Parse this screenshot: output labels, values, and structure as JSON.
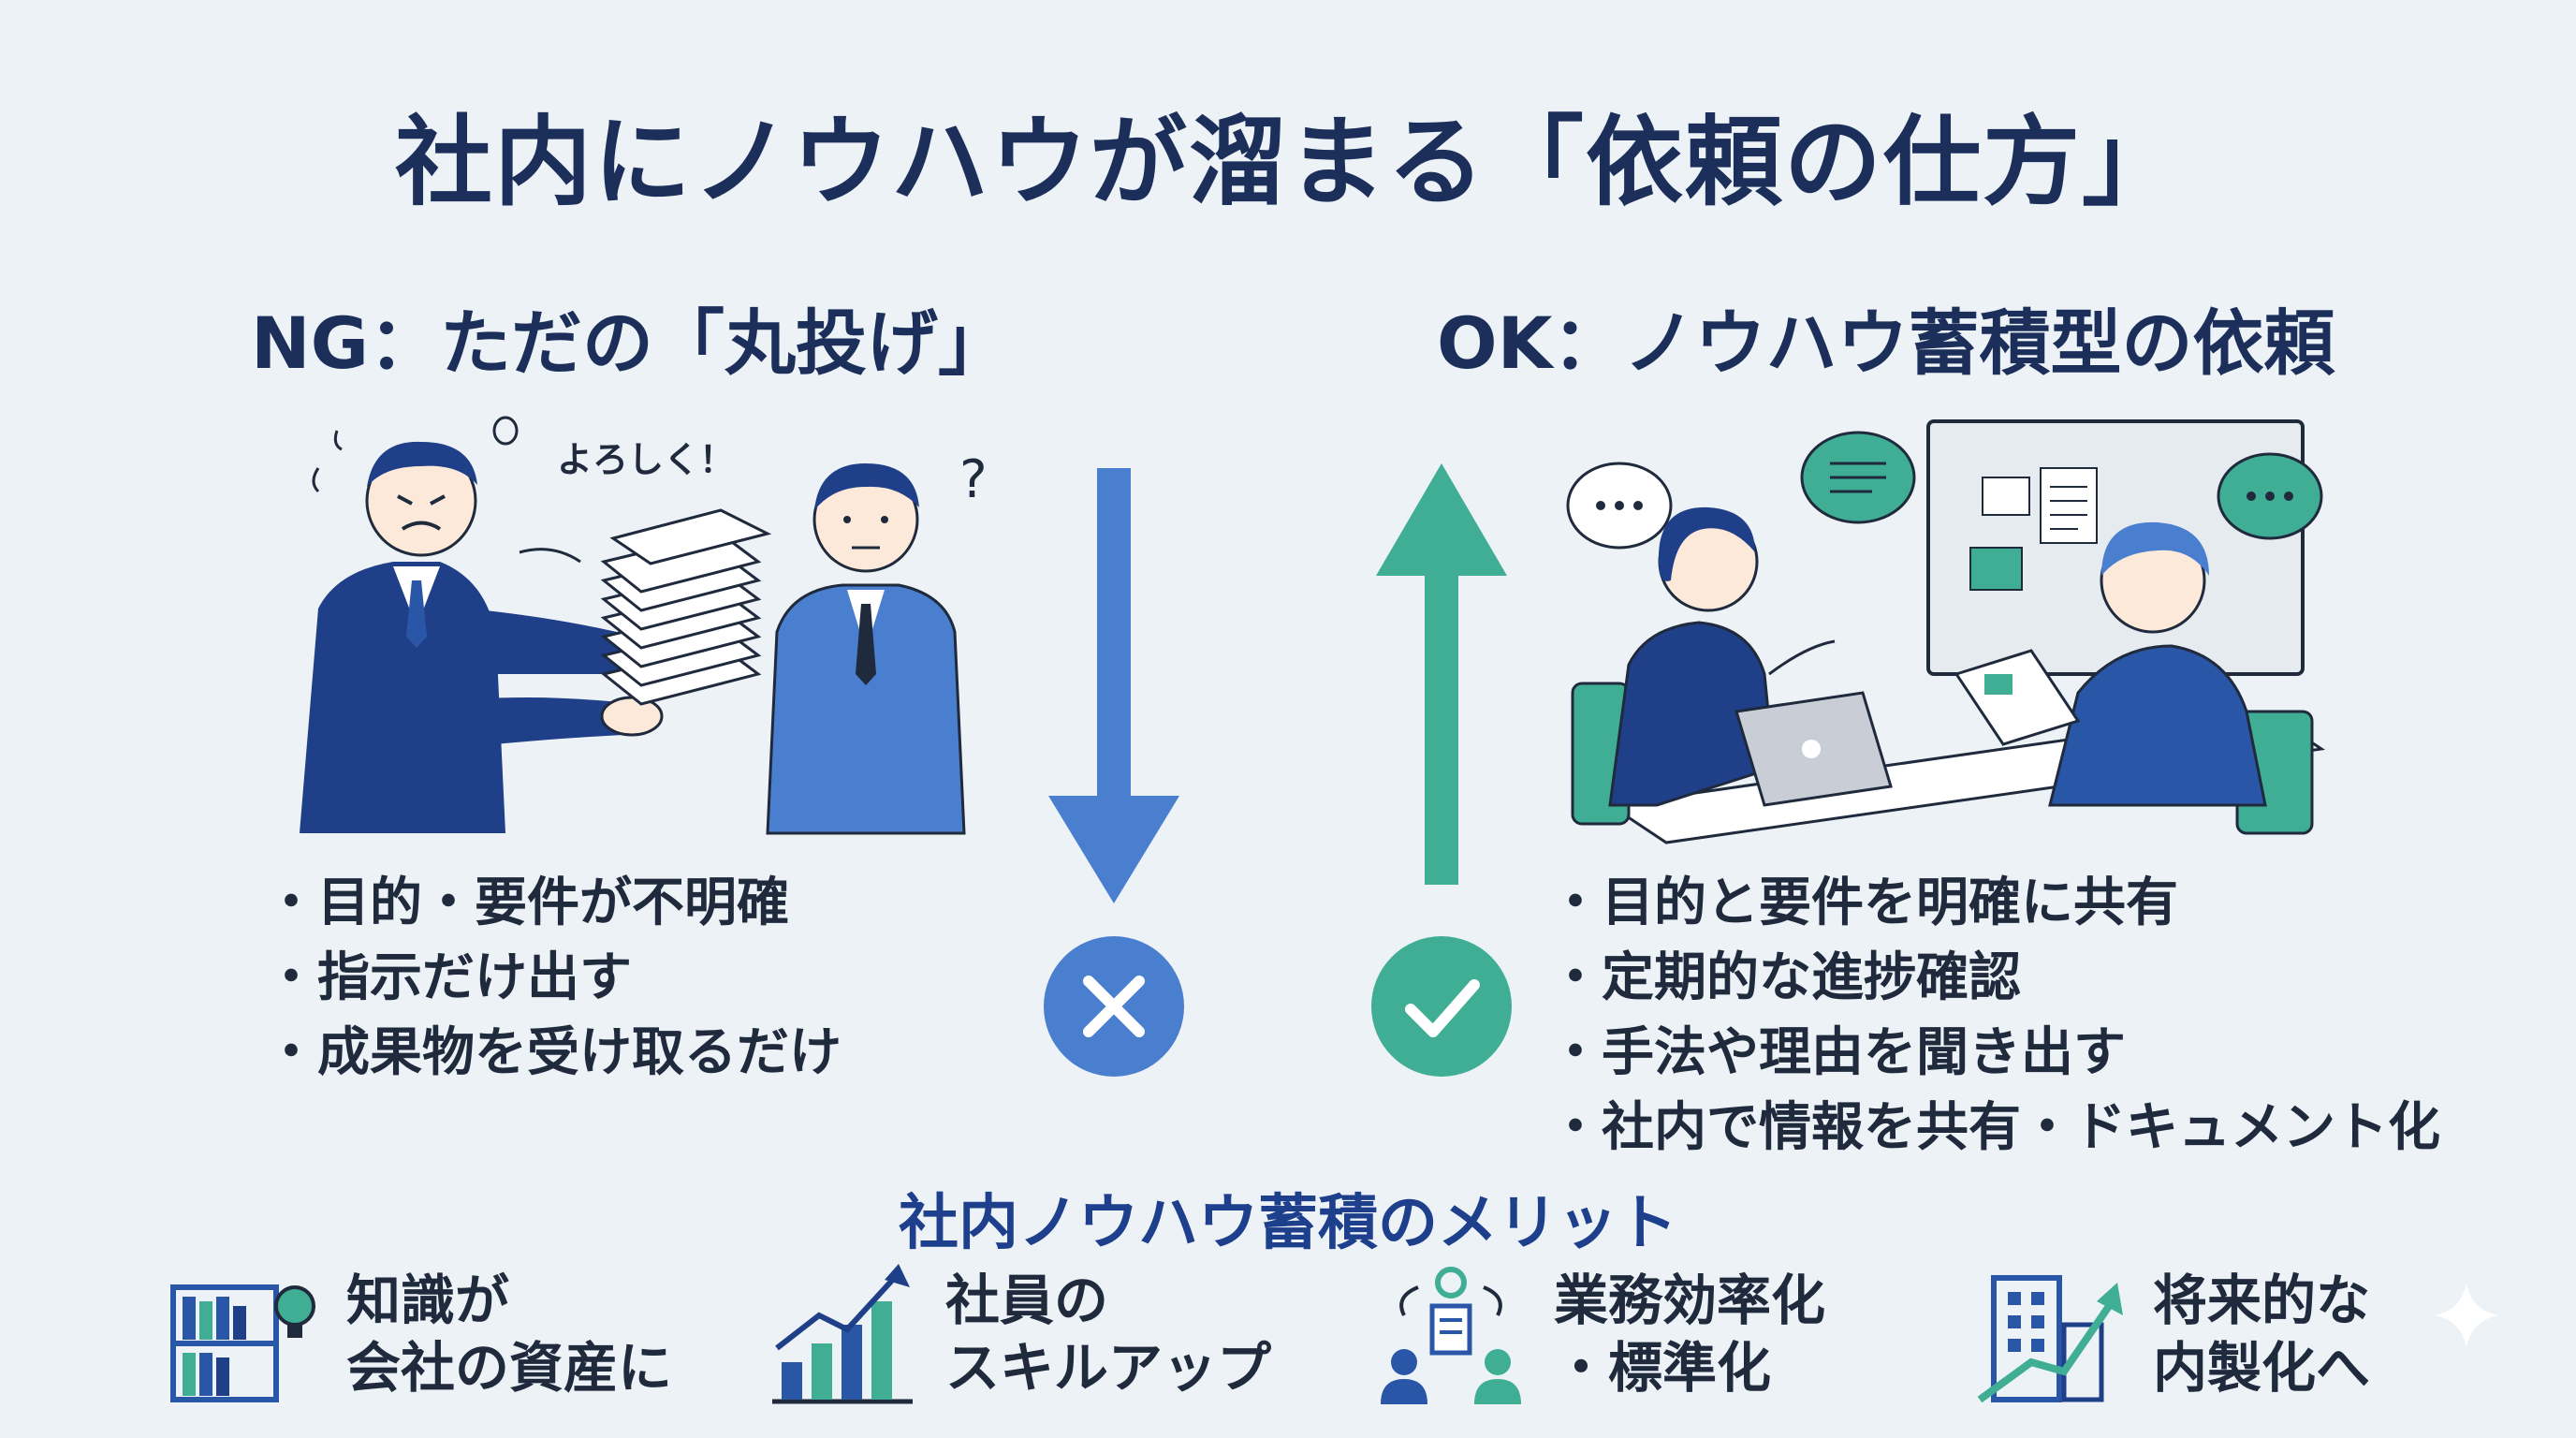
{
  "title": "社内にノウハウが溜まる「依頼の仕方」",
  "ng": {
    "heading": "NG：ただの「丸投げ」",
    "speech": "よろしく！",
    "question_mark": "?",
    "items": [
      "目的・要件が不明確",
      "指示だけ出す",
      "成果物を受け取るだけ"
    ],
    "arrow_color": "#4a7fcf",
    "badge_icon": "cross-icon"
  },
  "ok": {
    "heading": "OK：ノウハウ蓄積型の依頼",
    "items": [
      "目的と要件を明確に共有",
      "定期的な進捗確認",
      "手法や理由を聞き出す",
      "社内で情報を共有・ドキュメント化"
    ],
    "arrow_color": "#3fae94",
    "badge_icon": "check-icon"
  },
  "merits": {
    "title": "社内ノウハウ蓄積のメリット",
    "items": [
      {
        "icon": "bookshelf-lightbulb-icon",
        "line1": "知識が",
        "line2": "会社の資産に"
      },
      {
        "icon": "growth-chart-icon",
        "line1": "社員の",
        "line2": "スキルアップ"
      },
      {
        "icon": "process-people-icon",
        "line1": "業務効率化",
        "line2": "・標準化"
      },
      {
        "icon": "building-arrow-icon",
        "line1": "将来的な",
        "line2": "内製化へ"
      }
    ]
  },
  "colors": {
    "navy": "#1c2f5a",
    "blue": "#4a7fcf",
    "teal": "#3fae94",
    "background": "#edf2f7"
  }
}
